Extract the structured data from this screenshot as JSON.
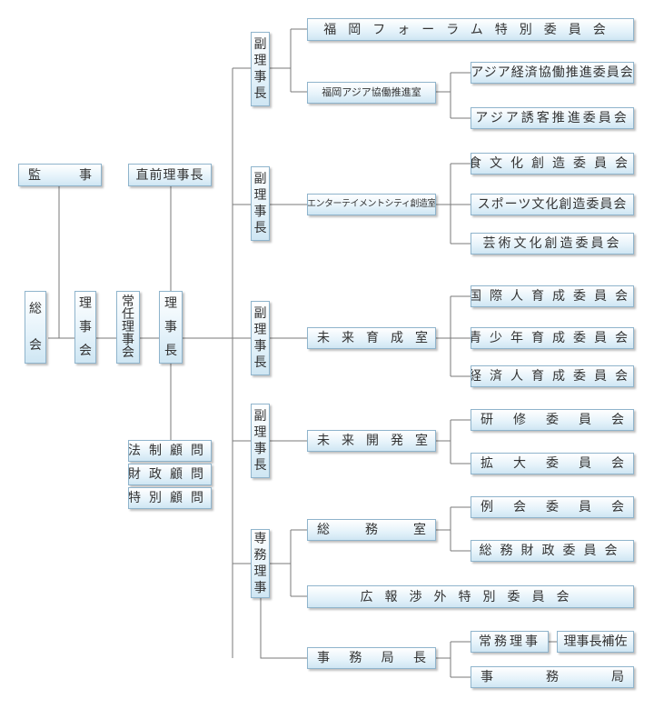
{
  "boxes": {
    "kansa": [
      "監",
      "事"
    ],
    "zenri": "直前理事長",
    "soukai": [
      "総",
      "会"
    ],
    "rijikai": [
      "理",
      "事",
      "会"
    ],
    "jonin": [
      "常",
      "任",
      "理",
      "事",
      "会"
    ],
    "rijicho": [
      "理",
      "事",
      "長"
    ],
    "hosei": "法制顧問",
    "zaisei": "財政顧問",
    "tokubetsu": "特別顧問",
    "vp1": [
      "副",
      "理",
      "事",
      "長"
    ],
    "vp2": [
      "副",
      "理",
      "事",
      "長"
    ],
    "vp3": [
      "副",
      "理",
      "事",
      "長"
    ],
    "vp4": [
      "副",
      "理",
      "事",
      "長"
    ],
    "senmu": [
      "専",
      "務",
      "理",
      "事"
    ],
    "forum": "福岡フォーラム特別委員会",
    "asia_office": "福岡アジア協働推進室",
    "asia_keizai": "アジア経済協働推進委員会",
    "asia_yukyaku": "アジア誘客推進委員会",
    "ent_office": "エンターテイメントシティ創造室",
    "shoku": "食文化創造委員会",
    "sports": "スポーツ文化創造委員会",
    "geijutsu": "芸術文化創造委員会",
    "mirai_ikusei": "未来育成室",
    "kokusai": "国際人育成委員会",
    "seishonen": "青少年育成委員会",
    "keizai_jin": "経済人育成委員会",
    "mirai_kaihatsu": "未来開発室",
    "kenshu": [
      "研",
      "修",
      "委",
      "員",
      "会"
    ],
    "kakudai": [
      "拡",
      "大",
      "委",
      "員",
      "会"
    ],
    "somu_shitsu": [
      "総",
      "務",
      "室"
    ],
    "reikai": [
      "例",
      "会",
      "委",
      "員",
      "会"
    ],
    "somu_zaisei": "総務財政委員会",
    "koho": "広報渉外特別委員会",
    "jimukyokucho": [
      "事",
      "務",
      "局",
      "長"
    ],
    "jonin_riji": "常務理事",
    "riji_hosa": "理事長補佐",
    "jimukyoku": [
      "事",
      "務",
      "局"
    ]
  }
}
